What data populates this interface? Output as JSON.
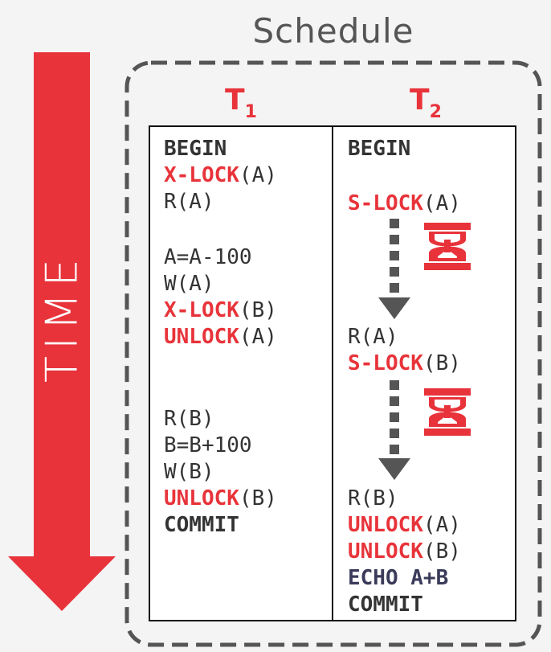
{
  "title": "Schedule",
  "time_label": "TIME",
  "colors": {
    "red": "#e8333a",
    "dark": "#333333",
    "navy": "#3a3a5a",
    "gray": "#555555"
  },
  "t1": {
    "header": "T",
    "header_sub": "1",
    "lines": [
      {
        "kw": "BEGIN",
        "style": "dark",
        "arg": ""
      },
      {
        "kw": "X-LOCK",
        "style": "red",
        "arg": "(A)"
      },
      {
        "text": "R(A)"
      },
      {
        "text": "A=A-100"
      },
      {
        "text": "W(A)"
      },
      {
        "kw": "X-LOCK",
        "style": "red",
        "arg": "(B)"
      },
      {
        "kw": "UNLOCK",
        "style": "red",
        "arg": "(A)"
      },
      {
        "text": "R(B)"
      },
      {
        "text": "B=B+100"
      },
      {
        "text": "W(B)"
      },
      {
        "kw": "UNLOCK",
        "style": "red",
        "arg": "(B)"
      },
      {
        "kw": "COMMIT",
        "style": "dark",
        "arg": ""
      }
    ]
  },
  "t2": {
    "header": "T",
    "header_sub": "2",
    "lines": [
      {
        "kw": "BEGIN",
        "style": "dark",
        "arg": ""
      },
      {
        "kw": "S-LOCK",
        "style": "red",
        "arg": "(A)"
      },
      {
        "text": "R(A)"
      },
      {
        "kw": "S-LOCK",
        "style": "red",
        "arg": "(B)"
      },
      {
        "text": "R(B)"
      },
      {
        "kw": "UNLOCK",
        "style": "red",
        "arg": "(A)"
      },
      {
        "kw": "UNLOCK",
        "style": "red",
        "arg": "(B)"
      },
      {
        "kw": "ECHO A+B",
        "style": "navy",
        "arg": ""
      },
      {
        "kw": "COMMIT",
        "style": "dark",
        "arg": ""
      }
    ]
  },
  "wait_indicators": [
    {
      "icon": "hourglass-icon"
    },
    {
      "icon": "hourglass-icon"
    }
  ]
}
